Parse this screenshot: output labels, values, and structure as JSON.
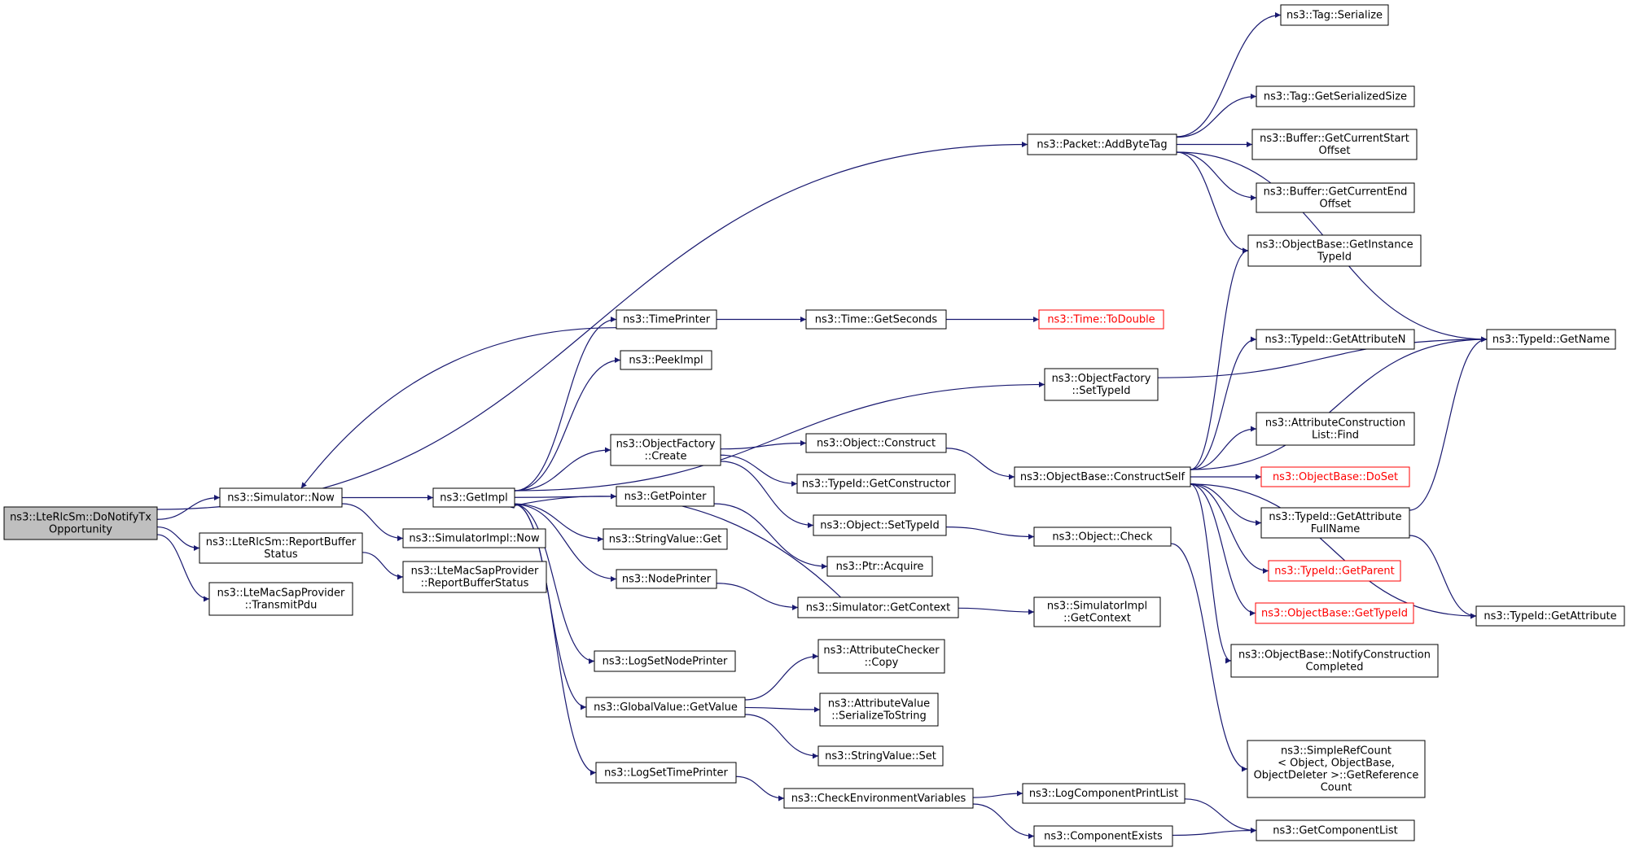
{
  "diagram": {
    "type": "call-graph",
    "colors": {
      "edge": "#191970",
      "node_border": "#000000",
      "node_border_red": "#ff0000",
      "root_fill": "#bfbfbf",
      "node_fill": "#ffffff",
      "text": "#000000",
      "text_red": "#ff0000"
    },
    "nodes": [
      {
        "id": "do_notify",
        "lines": [
          "ns3::LteRlcSm::DoNotifyTx",
          "Opportunity"
        ],
        "root": true
      },
      {
        "id": "sim_now",
        "lines": [
          "ns3::Simulator::Now"
        ]
      },
      {
        "id": "report_buffer",
        "lines": [
          "ns3::LteRlcSm::ReportBuffer",
          "Status"
        ]
      },
      {
        "id": "transmit_pdu",
        "lines": [
          "ns3::LteMacSapProvider",
          "::TransmitPdu"
        ]
      },
      {
        "id": "get_impl",
        "lines": [
          "ns3::GetImpl"
        ]
      },
      {
        "id": "simimpl_now",
        "lines": [
          "ns3::SimulatorImpl::Now"
        ]
      },
      {
        "id": "mac_report",
        "lines": [
          "ns3::LteMacSapProvider",
          "::ReportBufferStatus"
        ]
      },
      {
        "id": "time_printer",
        "lines": [
          "ns3::TimePrinter"
        ]
      },
      {
        "id": "peek_impl",
        "lines": [
          "ns3::PeekImpl"
        ]
      },
      {
        "id": "of_create",
        "lines": [
          "ns3::ObjectFactory",
          "::Create"
        ]
      },
      {
        "id": "get_pointer",
        "lines": [
          "ns3::GetPointer"
        ]
      },
      {
        "id": "stringvalue_get",
        "lines": [
          "ns3::StringValue::Get"
        ]
      },
      {
        "id": "node_printer",
        "lines": [
          "ns3::NodePrinter"
        ]
      },
      {
        "id": "log_set_node_printer",
        "lines": [
          "ns3::LogSetNodePrinter"
        ]
      },
      {
        "id": "gv_getvalue",
        "lines": [
          "ns3::GlobalValue::GetValue"
        ]
      },
      {
        "id": "log_set_time_printer",
        "lines": [
          "ns3::LogSetTimePrinter"
        ]
      },
      {
        "id": "time_getseconds",
        "lines": [
          "ns3::Time::GetSeconds"
        ]
      },
      {
        "id": "time_todouble",
        "lines": [
          "ns3::Time::ToDouble"
        ],
        "red": true
      },
      {
        "id": "of_settypeid",
        "lines": [
          "ns3::ObjectFactory",
          "::SetTypeId"
        ]
      },
      {
        "id": "object_construct",
        "lines": [
          "ns3::Object::Construct"
        ]
      },
      {
        "id": "typeid_getconstructor",
        "lines": [
          "ns3::TypeId::GetConstructor"
        ]
      },
      {
        "id": "object_settypeid",
        "lines": [
          "ns3::Object::SetTypeId"
        ]
      },
      {
        "id": "ptr_acquire",
        "lines": [
          "ns3::Ptr::Acquire"
        ]
      },
      {
        "id": "sim_getcontext",
        "lines": [
          "ns3::Simulator::GetContext"
        ]
      },
      {
        "id": "attrchecker_copy",
        "lines": [
          "ns3::AttributeChecker",
          "::Copy"
        ]
      },
      {
        "id": "attrvalue_serialize",
        "lines": [
          "ns3::AttributeValue",
          "::SerializeToString"
        ]
      },
      {
        "id": "stringvalue_set",
        "lines": [
          "ns3::StringValue::Set"
        ]
      },
      {
        "id": "check_env",
        "lines": [
          "ns3::CheckEnvironmentVariables"
        ]
      },
      {
        "id": "packet_addbytetag",
        "lines": [
          "ns3::Packet::AddByteTag"
        ]
      },
      {
        "id": "ob_constructself",
        "lines": [
          "ns3::ObjectBase::ConstructSelf"
        ]
      },
      {
        "id": "object_check",
        "lines": [
          "ns3::Object::Check"
        ]
      },
      {
        "id": "simimpl_getcontext",
        "lines": [
          "ns3::SimulatorImpl",
          "::GetContext"
        ]
      },
      {
        "id": "log_component_printlist",
        "lines": [
          "ns3::LogComponentPrintList"
        ]
      },
      {
        "id": "component_exists",
        "lines": [
          "ns3::ComponentExists"
        ]
      },
      {
        "id": "tag_serialize",
        "lines": [
          "ns3::Tag::Serialize"
        ]
      },
      {
        "id": "tag_getserializedsize",
        "lines": [
          "ns3::Tag::GetSerializedSize"
        ]
      },
      {
        "id": "buffer_currentstart",
        "lines": [
          "ns3::Buffer::GetCurrentStart",
          "Offset"
        ]
      },
      {
        "id": "buffer_currentend",
        "lines": [
          "ns3::Buffer::GetCurrentEnd",
          "Offset"
        ]
      },
      {
        "id": "ob_getinstancetypeid",
        "lines": [
          "ns3::ObjectBase::GetInstance",
          "TypeId"
        ]
      },
      {
        "id": "typeid_getattributen",
        "lines": [
          "ns3::TypeId::GetAttributeN"
        ]
      },
      {
        "id": "attr_construction_find",
        "lines": [
          "ns3::AttributeConstruction",
          "List::Find"
        ]
      },
      {
        "id": "ob_doset",
        "lines": [
          "ns3::ObjectBase::DoSet"
        ],
        "red": true
      },
      {
        "id": "typeid_getattrfullname",
        "lines": [
          "ns3::TypeId::GetAttribute",
          "FullName"
        ]
      },
      {
        "id": "typeid_getparent",
        "lines": [
          "ns3::TypeId::GetParent"
        ],
        "red": true
      },
      {
        "id": "ob_gettypeid",
        "lines": [
          "ns3::ObjectBase::GetTypeId"
        ],
        "red": true
      },
      {
        "id": "ob_notify",
        "lines": [
          "ns3::ObjectBase::NotifyConstruction",
          "Completed"
        ]
      },
      {
        "id": "simplerefcount",
        "lines": [
          "ns3::SimpleRefCount",
          "< Object, ObjectBase,",
          " ObjectDeleter >::GetReference",
          "Count"
        ]
      },
      {
        "id": "get_component_list",
        "lines": [
          "ns3::GetComponentList"
        ]
      },
      {
        "id": "typeid_getname",
        "lines": [
          "ns3::TypeId::GetName"
        ]
      },
      {
        "id": "typeid_getattribute",
        "lines": [
          "ns3::TypeId::GetAttribute"
        ]
      }
    ],
    "edges": [
      [
        "do_notify",
        "sim_now"
      ],
      [
        "do_notify",
        "report_buffer"
      ],
      [
        "do_notify",
        "transmit_pdu"
      ],
      [
        "do_notify",
        "packet_addbytetag"
      ],
      [
        "sim_now",
        "get_impl"
      ],
      [
        "sim_now",
        "simimpl_now"
      ],
      [
        "report_buffer",
        "mac_report"
      ],
      [
        "get_impl",
        "time_printer"
      ],
      [
        "get_impl",
        "peek_impl"
      ],
      [
        "get_impl",
        "of_settypeid"
      ],
      [
        "get_impl",
        "of_create"
      ],
      [
        "get_impl",
        "get_pointer"
      ],
      [
        "get_impl",
        "stringvalue_get"
      ],
      [
        "get_impl",
        "node_printer"
      ],
      [
        "get_impl",
        "log_set_node_printer"
      ],
      [
        "get_impl",
        "gv_getvalue"
      ],
      [
        "get_impl",
        "log_set_time_printer"
      ],
      [
        "time_printer",
        "sim_now"
      ],
      [
        "time_printer",
        "time_getseconds"
      ],
      [
        "time_getseconds",
        "time_todouble"
      ],
      [
        "of_create",
        "object_construct"
      ],
      [
        "of_create",
        "typeid_getconstructor"
      ],
      [
        "of_create",
        "object_settypeid"
      ],
      [
        "get_pointer",
        "ptr_acquire"
      ],
      [
        "node_printer",
        "sim_getcontext"
      ],
      [
        "sim_getcontext",
        "get_impl"
      ],
      [
        "sim_getcontext",
        "simimpl_getcontext"
      ],
      [
        "gv_getvalue",
        "attrchecker_copy"
      ],
      [
        "gv_getvalue",
        "attrvalue_serialize"
      ],
      [
        "gv_getvalue",
        "stringvalue_set"
      ],
      [
        "log_set_time_printer",
        "check_env"
      ],
      [
        "check_env",
        "log_component_printlist"
      ],
      [
        "check_env",
        "component_exists"
      ],
      [
        "log_component_printlist",
        "get_component_list"
      ],
      [
        "component_exists",
        "get_component_list"
      ],
      [
        "object_construct",
        "ob_constructself"
      ],
      [
        "object_settypeid",
        "object_check"
      ],
      [
        "object_check",
        "simplerefcount"
      ],
      [
        "of_settypeid",
        "typeid_getname"
      ],
      [
        "packet_addbytetag",
        "tag_serialize"
      ],
      [
        "packet_addbytetag",
        "typeid_getname"
      ],
      [
        "packet_addbytetag",
        "tag_getserializedsize"
      ],
      [
        "packet_addbytetag",
        "buffer_currentstart"
      ],
      [
        "packet_addbytetag",
        "buffer_currentend"
      ],
      [
        "packet_addbytetag",
        "ob_getinstancetypeid"
      ],
      [
        "ob_constructself",
        "ob_getinstancetypeid"
      ],
      [
        "ob_constructself",
        "typeid_getattributen"
      ],
      [
        "ob_constructself",
        "typeid_getname"
      ],
      [
        "ob_constructself",
        "attr_construction_find"
      ],
      [
        "ob_constructself",
        "ob_doset"
      ],
      [
        "ob_constructself",
        "typeid_getattrfullname"
      ],
      [
        "ob_constructself",
        "typeid_getparent"
      ],
      [
        "ob_constructself",
        "ob_gettypeid"
      ],
      [
        "ob_constructself",
        "ob_notify"
      ],
      [
        "ob_constructself",
        "typeid_getattribute"
      ],
      [
        "typeid_getattrfullname",
        "typeid_getname"
      ],
      [
        "typeid_getattrfullname",
        "typeid_getattribute"
      ]
    ]
  }
}
